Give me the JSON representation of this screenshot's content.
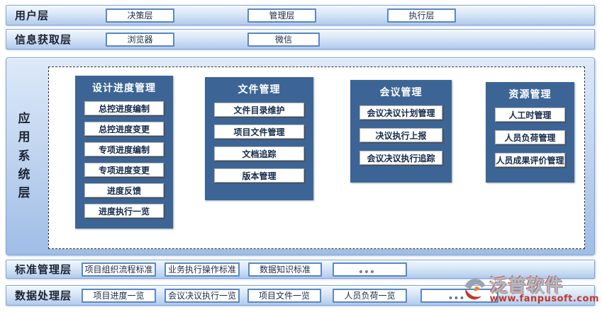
{
  "colors": {
    "bar_border": "#7da3d8",
    "column_blue": "#3c6595",
    "text_dark": "#1b2330",
    "btn_border": "#5a87c6",
    "logo_red": "#c0392b"
  },
  "rows": {
    "user": {
      "label": "用户层",
      "buttons": [
        "决策层",
        "管理层",
        "执行层"
      ]
    },
    "info": {
      "label": "信息获取层",
      "buttons": [
        "浏览器",
        "微信"
      ]
    },
    "standard": {
      "label": "标准管理层",
      "buttons": [
        "项目组织流程标准",
        "业务执行操作标准",
        "数据知识标准",
        "。。。"
      ]
    },
    "data": {
      "label": "数据处理层",
      "buttons": [
        "项目进度一览",
        "会议决议执行一览",
        "项目文件一览",
        "人员负荷一览",
        "。。。"
      ]
    }
  },
  "app": {
    "label": "应用系统层",
    "columns": [
      {
        "title": "设计进度管理",
        "items": [
          "总控进度编制",
          "总控进度变更",
          "专项进度编制",
          "专项进度变更",
          "进度反馈",
          "进度执行一览"
        ]
      },
      {
        "title": "文件管理",
        "items": [
          "文件目录维护",
          "项目文件管理",
          "文档追踪",
          "版本管理"
        ]
      },
      {
        "title": "会议管理",
        "items": [
          "会议决议计划管理",
          "决议执行上报",
          "会议决议执行追踪"
        ]
      },
      {
        "title": "资源管理",
        "items": [
          "人工时管理",
          "人员负荷管理",
          "人员成果评价管理"
        ]
      }
    ]
  },
  "logo": {
    "name": "泛普软件",
    "url": "www.fanpusoft.com",
    "icon": "fanpu-logo-icon"
  }
}
